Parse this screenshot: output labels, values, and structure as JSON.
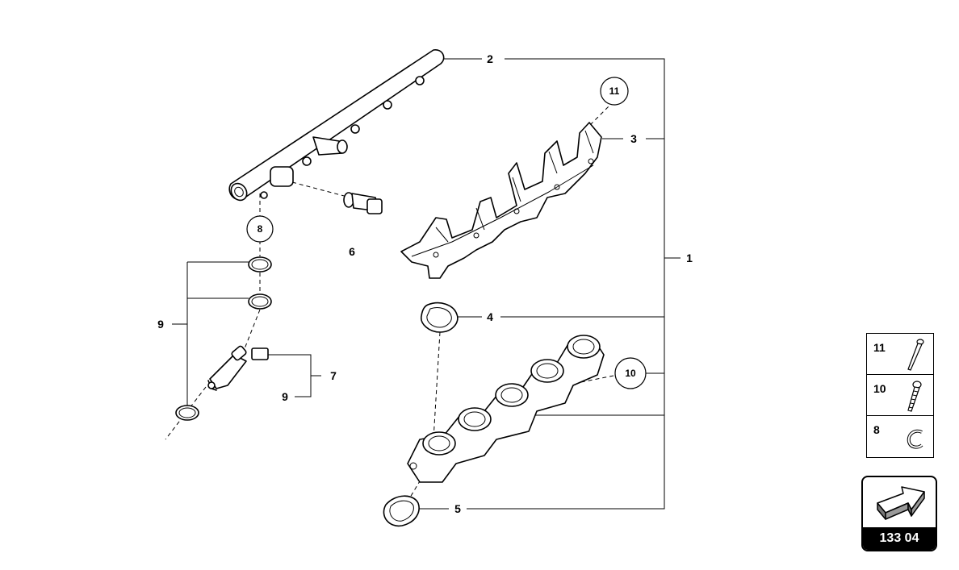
{
  "callouts": {
    "c1": "1",
    "c2": "2",
    "c3": "3",
    "c4": "4",
    "c5": "5",
    "c6": "6",
    "c7": "7",
    "c9a": "9",
    "c9b": "9",
    "circ8": "8",
    "circ10": "10",
    "circ11": "11"
  },
  "legend": [
    {
      "number": "11",
      "icon": "long-bolt-icon"
    },
    {
      "number": "10",
      "icon": "screw-icon"
    },
    {
      "number": "8",
      "icon": "clip-icon"
    }
  ],
  "page_ref": {
    "code": "133 04",
    "icon": "arrow-link-icon"
  }
}
